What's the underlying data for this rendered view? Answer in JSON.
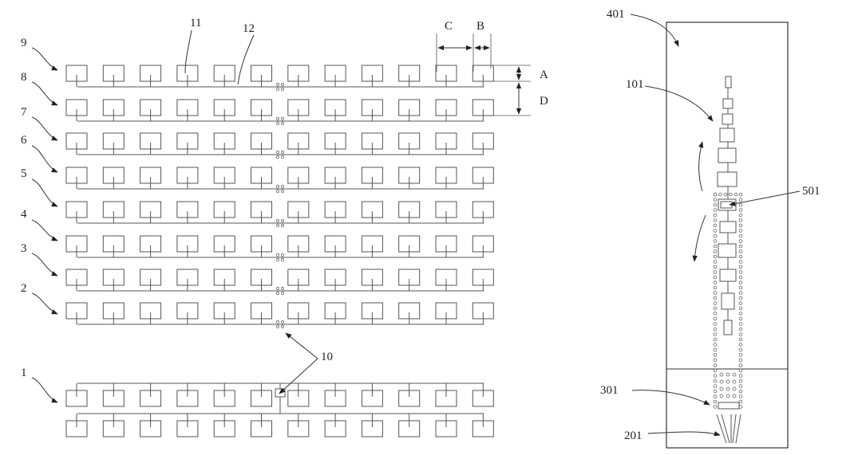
{
  "labels": {
    "row1": "1",
    "row2": "2",
    "row3": "3",
    "row4": "4",
    "row5": "5",
    "row6": "6",
    "row7": "7",
    "row8": "8",
    "row9": "9",
    "feed_point": "10",
    "patch": "11",
    "feed_line": "12",
    "dim_a": "A",
    "dim_b": "B",
    "dim_c": "C",
    "dim_d": "D",
    "region_401": "401",
    "radiator_101": "101",
    "slot_501": "501",
    "transition_301": "301",
    "port_201": "201"
  },
  "colors": {
    "stroke": "#555555",
    "text": "#222222",
    "background": "#ffffff"
  }
}
